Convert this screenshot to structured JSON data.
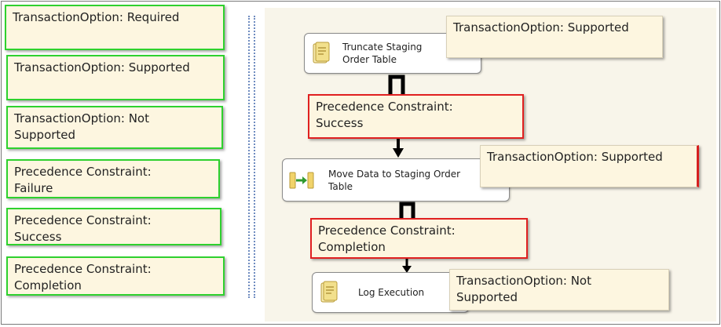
{
  "legend": {
    "required": "TransactionOption: Required",
    "supported": "TransactionOption: Supported",
    "not_supported": "TransactionOption: Not\nSupported",
    "failure": "Precedence Constraint:\nFailure",
    "success": "Precedence Constraint:\nSuccess",
    "completion": "Precedence Constraint:\nCompletion"
  },
  "flow": {
    "task1": {
      "label": "Truncate Staging\nOrder Table",
      "note": "TransactionOption: Supported"
    },
    "constraint1": "Precedence Constraint:\nSuccess",
    "task2": {
      "label": "Move Data to Staging Order\nTable",
      "note": "TransactionOption: Supported"
    },
    "constraint2": "Precedence Constraint:\nCompletion",
    "task3": {
      "label": "Log Execution",
      "note": "TransactionOption: Not\nSupported"
    }
  },
  "colors": {
    "note_background": "#fdf6e0",
    "legend_border": "#2ed12e",
    "highlight_border": "#e02020",
    "splitter": "#6f8cc0"
  },
  "icons": {
    "task1": "sql-task-icon",
    "task2": "data-flow-task-icon",
    "task3": "sql-task-icon"
  }
}
